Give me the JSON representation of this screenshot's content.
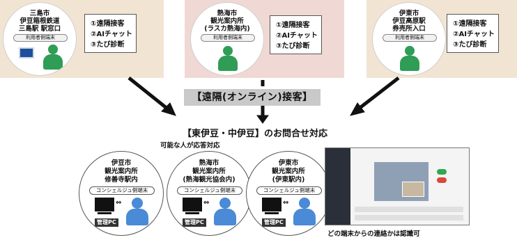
{
  "top_panels": [
    {
      "location": "三島市\n伊豆箱根鉄道\n三島駅 駅窓口",
      "terminal_label": "利用者側端末",
      "services": [
        "①遠隔接客",
        "②AIチャット",
        "③たび診断"
      ],
      "panel_color": "#f2e4d3"
    },
    {
      "location": "熱海市\n観光案内所\n(ラスカ熱海内)",
      "terminal_label": "利用者側端末",
      "services": [
        "①遠隔接客",
        "②AIチャット",
        "③たび診断"
      ],
      "panel_color": "#f0d8d4"
    },
    {
      "location": "伊東市\n伊豆高原駅\n券売所入口",
      "terminal_label": "利用者側端末",
      "services": [
        "①遠隔接客",
        "②AIチャット",
        "③たび診断"
      ],
      "panel_color": "#f2e4d3"
    }
  ],
  "online_service_label": "【遠隔(オンライン)接客】",
  "inquiry_title": "【東伊豆・中伊豆】のお問合せ対応",
  "responder_note": "可能な人が応答対応",
  "concierge_sites": [
    {
      "location": "伊豆市\n観光案内所\n修善寺駅内",
      "terminal_label": "コンシェルジュ側端末",
      "pc_label": "管理PC"
    },
    {
      "location": "熱海市\n観光案内所\n(熱海観光協会内)",
      "terminal_label": "コンシェルジュ側端末",
      "pc_label": "管理PC"
    },
    {
      "location": "伊東市\n観光案内所\n(伊東駅内)",
      "terminal_label": "コンシェルジュ側端末",
      "pc_label": "管理PC"
    }
  ],
  "contact_note": "どの端末からの連絡かは認識可",
  "colors": {
    "user_figure": "#2f9d55",
    "concierge_figure": "#4a8ad6",
    "online_bar": "#c9c9c9"
  }
}
